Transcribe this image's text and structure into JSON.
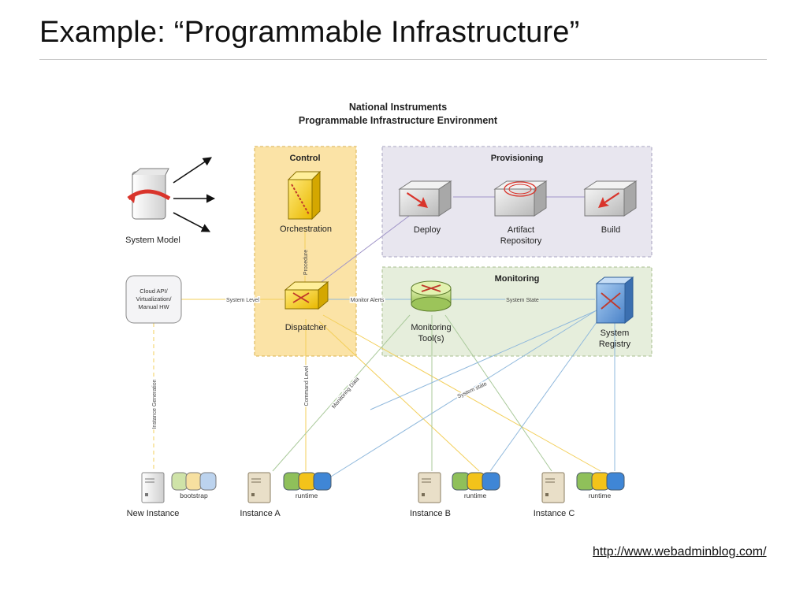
{
  "slide": {
    "title": "Example: “Programmable Infrastructure”",
    "source_url": "http://www.webadminblog.com/"
  },
  "diagram": {
    "title_line1": "National Instruments",
    "title_line2": "Programmable Infrastructure Environment",
    "groups": {
      "control": "Control",
      "provisioning": "Provisioning",
      "monitoring": "Monitoring"
    },
    "nodes": {
      "system_model": "System Model",
      "orchestration": "Orchestration",
      "deploy": "Deploy",
      "artifact_line1": "Artifact",
      "artifact_line2": "Repository",
      "build": "Build",
      "cloud_line1": "Cloud API/",
      "cloud_line2": "Virtualization/",
      "cloud_line3": "Manual HW",
      "dispatcher": "Dispatcher",
      "monitoring_line1": "Monitoring",
      "monitoring_line2": "Tool(s)",
      "registry_line1": "System",
      "registry_line2": "Registry",
      "new_instance": "New Instance",
      "instance_a": "Instance A",
      "instance_b": "Instance B",
      "instance_c": "Instance C",
      "bootstrap": "bootstrap",
      "runtime": "runtime"
    },
    "edge_labels": {
      "system_level": "System Level",
      "monitor_alerts": "Monitor Alerts",
      "system_state": "System State",
      "procedure": "Procedure",
      "instance_generation": "Instance Generation",
      "command_level": "Command Level",
      "monitoring_data": "Monitoring Data",
      "system_state_lower": "System state"
    },
    "colors": {
      "control_fill": "#fbe3a6",
      "provisioning_fill": "#e8e6ef",
      "monitoring_fill": "#e6eedc",
      "yellow_line": "#f3cf5a",
      "blue_line": "#8fb8dc",
      "green_line": "#a9c99a",
      "purple_line": "#9f94c8"
    }
  }
}
